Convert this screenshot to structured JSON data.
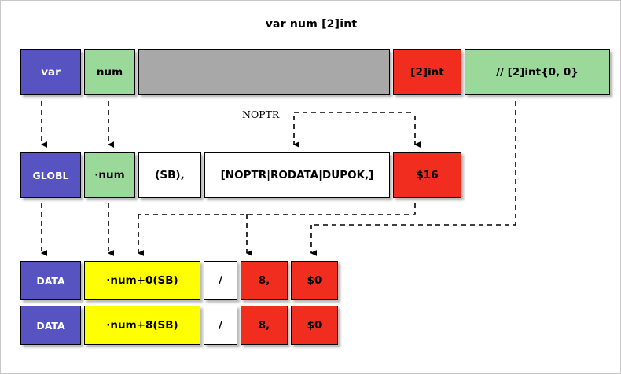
{
  "title": "var num [2]int",
  "colors": {
    "blue": "#5753c0",
    "green": "#9ad99a",
    "gray": "#a8a8a8",
    "red": "#f02d1e",
    "yellow": "#ffff00",
    "white": "#ffffff",
    "black": "#000000"
  },
  "rows": {
    "declaration": {
      "name": "go-declaration-row",
      "cells": [
        {
          "label": "var",
          "color": "blue"
        },
        {
          "label": "num",
          "color": "green"
        },
        {
          "label": "",
          "color": "gray"
        },
        {
          "label": "[2]int",
          "color": "red"
        },
        {
          "label": "// [2]int{0, 0}",
          "color": "green"
        }
      ]
    },
    "globl": {
      "name": "globl-directive-row",
      "cells": [
        {
          "label": "GLOBL",
          "color": "blue"
        },
        {
          "label": "·num",
          "color": "green"
        },
        {
          "label": "(SB),",
          "color": "white"
        },
        {
          "label": "[NOPTR|RODATA|DUPOK,]",
          "color": "white"
        },
        {
          "label": "$16",
          "color": "red"
        }
      ]
    },
    "data1": {
      "name": "data-directive-row-1",
      "cells": [
        {
          "label": "DATA",
          "color": "blue"
        },
        {
          "label": "·num+0(SB)",
          "color": "yellow"
        },
        {
          "label": "/",
          "color": "white"
        },
        {
          "label": "8,",
          "color": "red"
        },
        {
          "label": "$0",
          "color": "red"
        }
      ]
    },
    "data2": {
      "name": "data-directive-row-2",
      "cells": [
        {
          "label": "DATA",
          "color": "blue"
        },
        {
          "label": "·num+8(SB)",
          "color": "yellow"
        },
        {
          "label": "/",
          "color": "white"
        },
        {
          "label": "8,",
          "color": "red"
        },
        {
          "label": "$0",
          "color": "red"
        }
      ]
    }
  },
  "annotations": {
    "noptr_label": "NOPTR"
  }
}
